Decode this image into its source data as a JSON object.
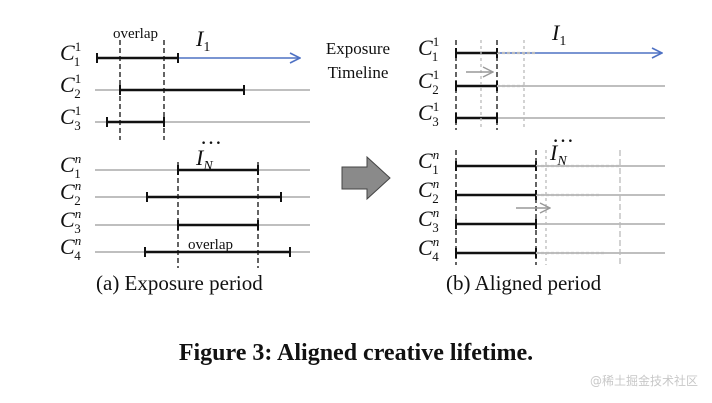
{
  "left_panel": {
    "overlap_top": "overlap",
    "overlap_bottom": "overlap",
    "impression_1": "I",
    "impression_1_sub": "1",
    "impression_n": "I",
    "impression_n_sub": "N",
    "dots": "…",
    "caption": "(a) Exposure period",
    "rows": [
      {
        "c": "C",
        "sub": "1",
        "sup": "1"
      },
      {
        "c": "C",
        "sub": "2",
        "sup": "1"
      },
      {
        "c": "C",
        "sub": "3",
        "sup": "1"
      },
      {
        "c": "C",
        "sub": "1",
        "sup": "n"
      },
      {
        "c": "C",
        "sub": "2",
        "sup": "n"
      },
      {
        "c": "C",
        "sub": "3",
        "sup": "n"
      },
      {
        "c": "C",
        "sub": "4",
        "sup": "n"
      }
    ]
  },
  "right_panel": {
    "impression_1": "I",
    "impression_1_sub": "1",
    "impression_n": "I",
    "impression_n_sub": "N",
    "dots": "…",
    "caption": "(b) Aligned period",
    "rows": [
      {
        "c": "C",
        "sub": "1",
        "sup": "1"
      },
      {
        "c": "C",
        "sub": "2",
        "sup": "1"
      },
      {
        "c": "C",
        "sub": "3",
        "sup": "1"
      },
      {
        "c": "C",
        "sub": "1",
        "sup": "n"
      },
      {
        "c": "C",
        "sub": "2",
        "sup": "n"
      },
      {
        "c": "C",
        "sub": "3",
        "sup": "n"
      },
      {
        "c": "C",
        "sub": "4",
        "sup": "n"
      }
    ]
  },
  "timeline_label_line1": "Exposure",
  "timeline_label_line2": "Timeline",
  "figure_caption": "Figure 3: Aligned creative lifetime.",
  "watermark": "@稀土掘金技术社区",
  "colors": {
    "timeline_arrow": "#4f72c4",
    "bars": "#111111",
    "gray_lines": "#aaaaaa",
    "aligned_gray": "#bbbbbb",
    "transform_arrow": "#8a8a8a"
  }
}
